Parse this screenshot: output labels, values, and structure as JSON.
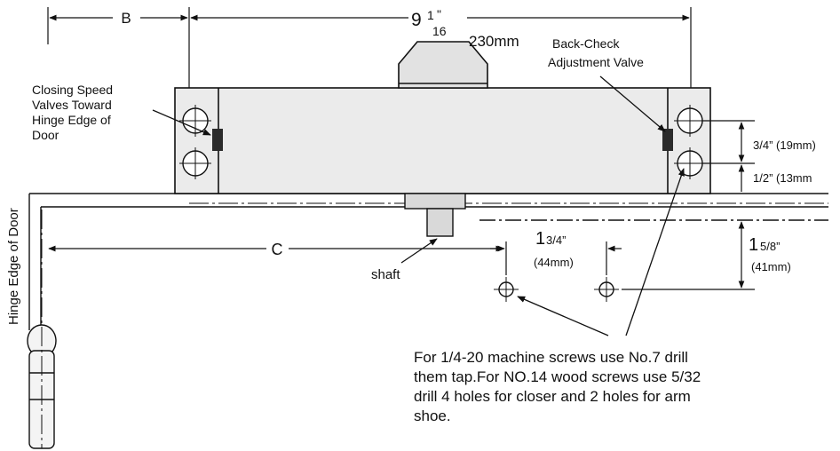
{
  "labels": {
    "dim_b": "B",
    "dim_top_whole": "9",
    "dim_top_frac_num": "1",
    "dim_top_frac_den": "16",
    "dim_top_inch": "\"",
    "dim_top_mm": "230mm",
    "back_check_line1": "Back-Check",
    "back_check_line2": "Adjustment Valve",
    "closing_line1": "Closing Speed",
    "closing_line2": "Valves Toward",
    "closing_line3": "Hinge Edge of",
    "closing_line4": "Door",
    "hinge_edge": "Hinge Edge of Door",
    "dim_c": "C",
    "shaft": "shaft",
    "dim_34": "3/4” (19mm)",
    "dim_12": "1/2” (13mm",
    "dim_134_whole": "1",
    "dim_134_frac": "3/4”",
    "dim_134_mm": "(44mm)",
    "dim_158_whole": "1",
    "dim_158_frac": "5/8”",
    "dim_158_mm": "(41mm)"
  },
  "note_lines": [
    "For 1/4-20 machine screws use No.7 drill",
    "them tap.For NO.14 wood screws use 5/32",
    "drill 4 holes for closer and 2 holes for arm",
    "shoe."
  ],
  "colors": {
    "line": "#111111",
    "body_fill": "#ebebeb",
    "shaft_fill": "#d9d9d9",
    "valve_fill": "#2b2b2b"
  }
}
